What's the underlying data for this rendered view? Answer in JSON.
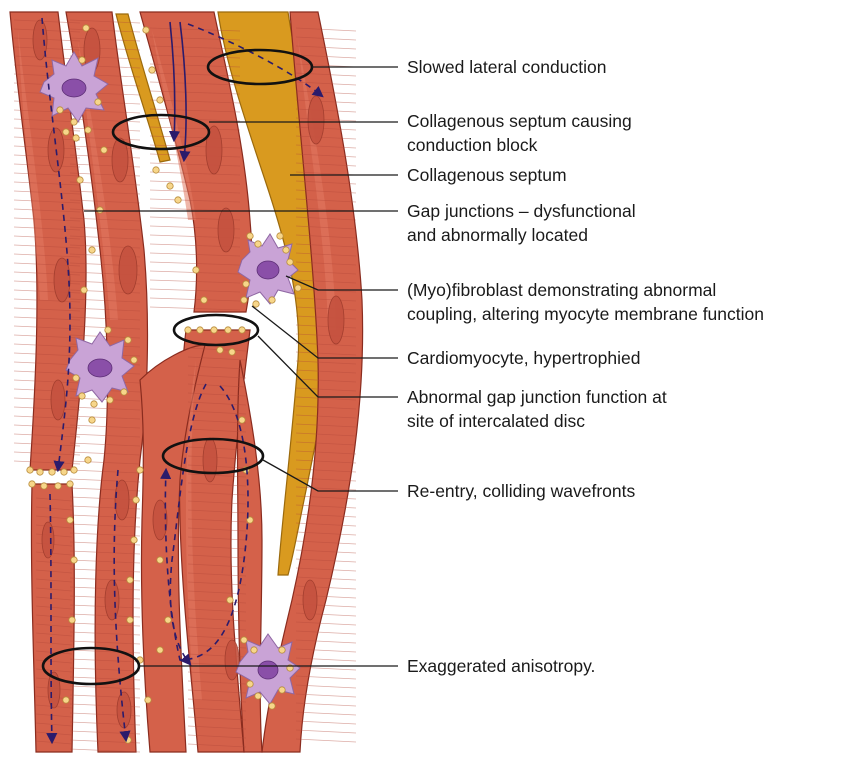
{
  "labels": [
    {
      "key": "slowed_lateral",
      "text": "Slowed lateral conduction"
    },
    {
      "key": "septum_block_1",
      "text": "Collagenous septum causing"
    },
    {
      "key": "septum_block_2",
      "text": "conduction block"
    },
    {
      "key": "septum",
      "text": "Collagenous septum"
    },
    {
      "key": "gap_junctions_1",
      "text": "Gap junctions – dysfunctional"
    },
    {
      "key": "gap_junctions_2",
      "text": "and abnormally located"
    },
    {
      "key": "fibroblast_1",
      "text": "(Myo)fibroblast demonstrating abnormal"
    },
    {
      "key": "fibroblast_2",
      "text": "coupling, altering myocyte membrane function"
    },
    {
      "key": "cardiomyocyte",
      "text": "Cardiomyocyte, hypertrophied"
    },
    {
      "key": "abnormal_gap_1",
      "text": "Abnormal gap junction function at"
    },
    {
      "key": "abnormal_gap_2",
      "text": "site of intercalated disc"
    },
    {
      "key": "reentry",
      "text": "Re-entry, colliding wavefronts"
    },
    {
      "key": "anisotropy",
      "text": "Exaggerated anisotropy."
    }
  ],
  "colors": {
    "myocyte": "#d4614a",
    "septum": "#d99a1f",
    "fibroblast": "#c9a3d6",
    "gap_junction": "#f7d68a",
    "wavefront": "#2b1b6b"
  }
}
